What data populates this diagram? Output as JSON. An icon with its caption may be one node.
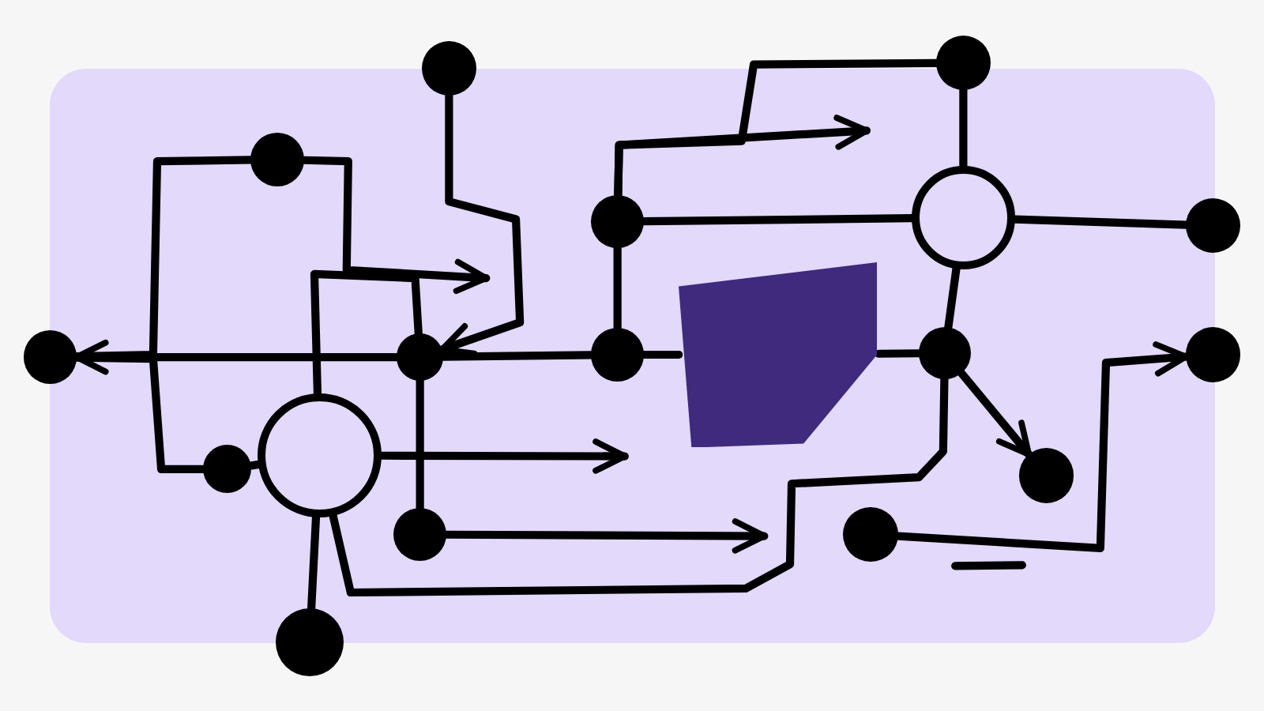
{
  "diagram": {
    "nodes": [
      {
        "text": [],
        "shape": "dot"
      },
      {
        "text": [],
        "shape": "dot"
      },
      {
        "text": [],
        "shape": "dot"
      },
      {
        "text": [],
        "shape": "dot"
      },
      {
        "text": [],
        "shape": "dot"
      },
      {
        "text": [],
        "shape": "circle"
      },
      {
        "text": [],
        "shape": "dot"
      },
      {
        "text": [],
        "shape": "dot"
      },
      {
        "text": [],
        "shape": "dot"
      },
      {
        "text": [],
        "shape": "dot"
      },
      {
        "text": [],
        "shape": "polygon"
      },
      {
        "text": [],
        "shape": "dot"
      },
      {
        "text": [],
        "shape": "circle"
      },
      {
        "text": [],
        "shape": "dot"
      },
      {
        "text": [],
        "shape": "dot"
      },
      {
        "text": [],
        "shape": "dot"
      },
      {
        "text": [],
        "shape": "dot"
      },
      {
        "text": [],
        "shape": "dot"
      }
    ],
    "edges": [
      {
        "from": 0,
        "to": 3,
        "arrow": "to"
      },
      {
        "from": 3,
        "to": 2,
        "arrow": "to"
      },
      {
        "from": 3,
        "to": 9,
        "arrow": "none"
      },
      {
        "from": 2,
        "to": 1,
        "arrow": "none"
      },
      {
        "from": 2,
        "to": 4,
        "arrow": "none"
      },
      {
        "from": 1,
        "to": null,
        "arrow": "to"
      },
      {
        "from": 5,
        "to": 3,
        "arrow": "none"
      },
      {
        "from": 4,
        "to": 5,
        "arrow": "none"
      },
      {
        "from": 5,
        "to": null,
        "arrow": "to"
      },
      {
        "from": 3,
        "to": 7,
        "arrow": "none"
      },
      {
        "from": 7,
        "to": null,
        "arrow": "to"
      },
      {
        "from": 5,
        "to": 6,
        "arrow": "none"
      },
      {
        "from": 5,
        "to": 14,
        "arrow": "none"
      },
      {
        "from": 8,
        "to": 9,
        "arrow": "none"
      },
      {
        "from": 8,
        "to": 11,
        "arrow": "none"
      },
      {
        "from": 8,
        "to": null,
        "arrow": "to"
      },
      {
        "from": 8,
        "to": 12,
        "arrow": "none"
      },
      {
        "from": 11,
        "to": 12,
        "arrow": "none"
      },
      {
        "from": 12,
        "to": 13,
        "arrow": "none"
      },
      {
        "from": 12,
        "to": 14,
        "arrow": "none"
      },
      {
        "from": 9,
        "to": 10,
        "arrow": "none"
      },
      {
        "from": 10,
        "to": 14,
        "arrow": "none"
      },
      {
        "from": 14,
        "to": 16,
        "arrow": "to"
      },
      {
        "from": 17,
        "to": 15,
        "arrow": "to"
      }
    ]
  }
}
